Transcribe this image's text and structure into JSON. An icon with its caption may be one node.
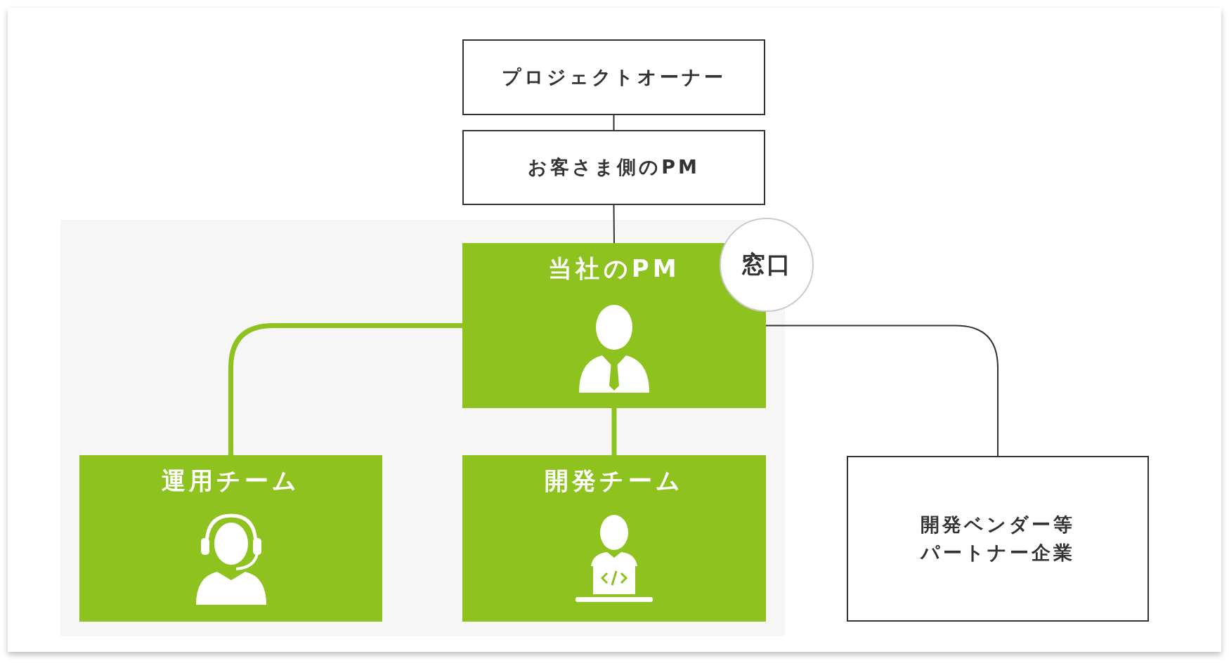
{
  "diagram": {
    "nodes": [
      {
        "text": [
          "プロジェクトオーナー"
        ]
      },
      {
        "text": [
          "お客さま側のPM"
        ]
      },
      {
        "text": [],
        "shape": "box"
      },
      {
        "text": [
          "当社のPM"
        ],
        "in": 2
      },
      {
        "text": [
          "窓口"
        ]
      },
      {
        "text": [
          "運用チーム"
        ],
        "in": 2
      },
      {
        "text": [
          "開発チーム"
        ],
        "in": 2
      },
      {
        "text": [
          "開発ベンダー等パートナー企業"
        ]
      }
    ],
    "edges": [
      {
        "from": 0,
        "to": 1,
        "arrow": "none"
      },
      {
        "from": 1,
        "to": 3,
        "arrow": "none"
      },
      {
        "from": 3,
        "to": 5,
        "arrow": "none",
        "style": "thick",
        "color": "#8dc21f"
      },
      {
        "from": 3,
        "to": 6,
        "arrow": "none",
        "style": "thick",
        "color": "#8dc21f"
      },
      {
        "from": 3,
        "to": 7,
        "arrow": "none"
      }
    ]
  }
}
